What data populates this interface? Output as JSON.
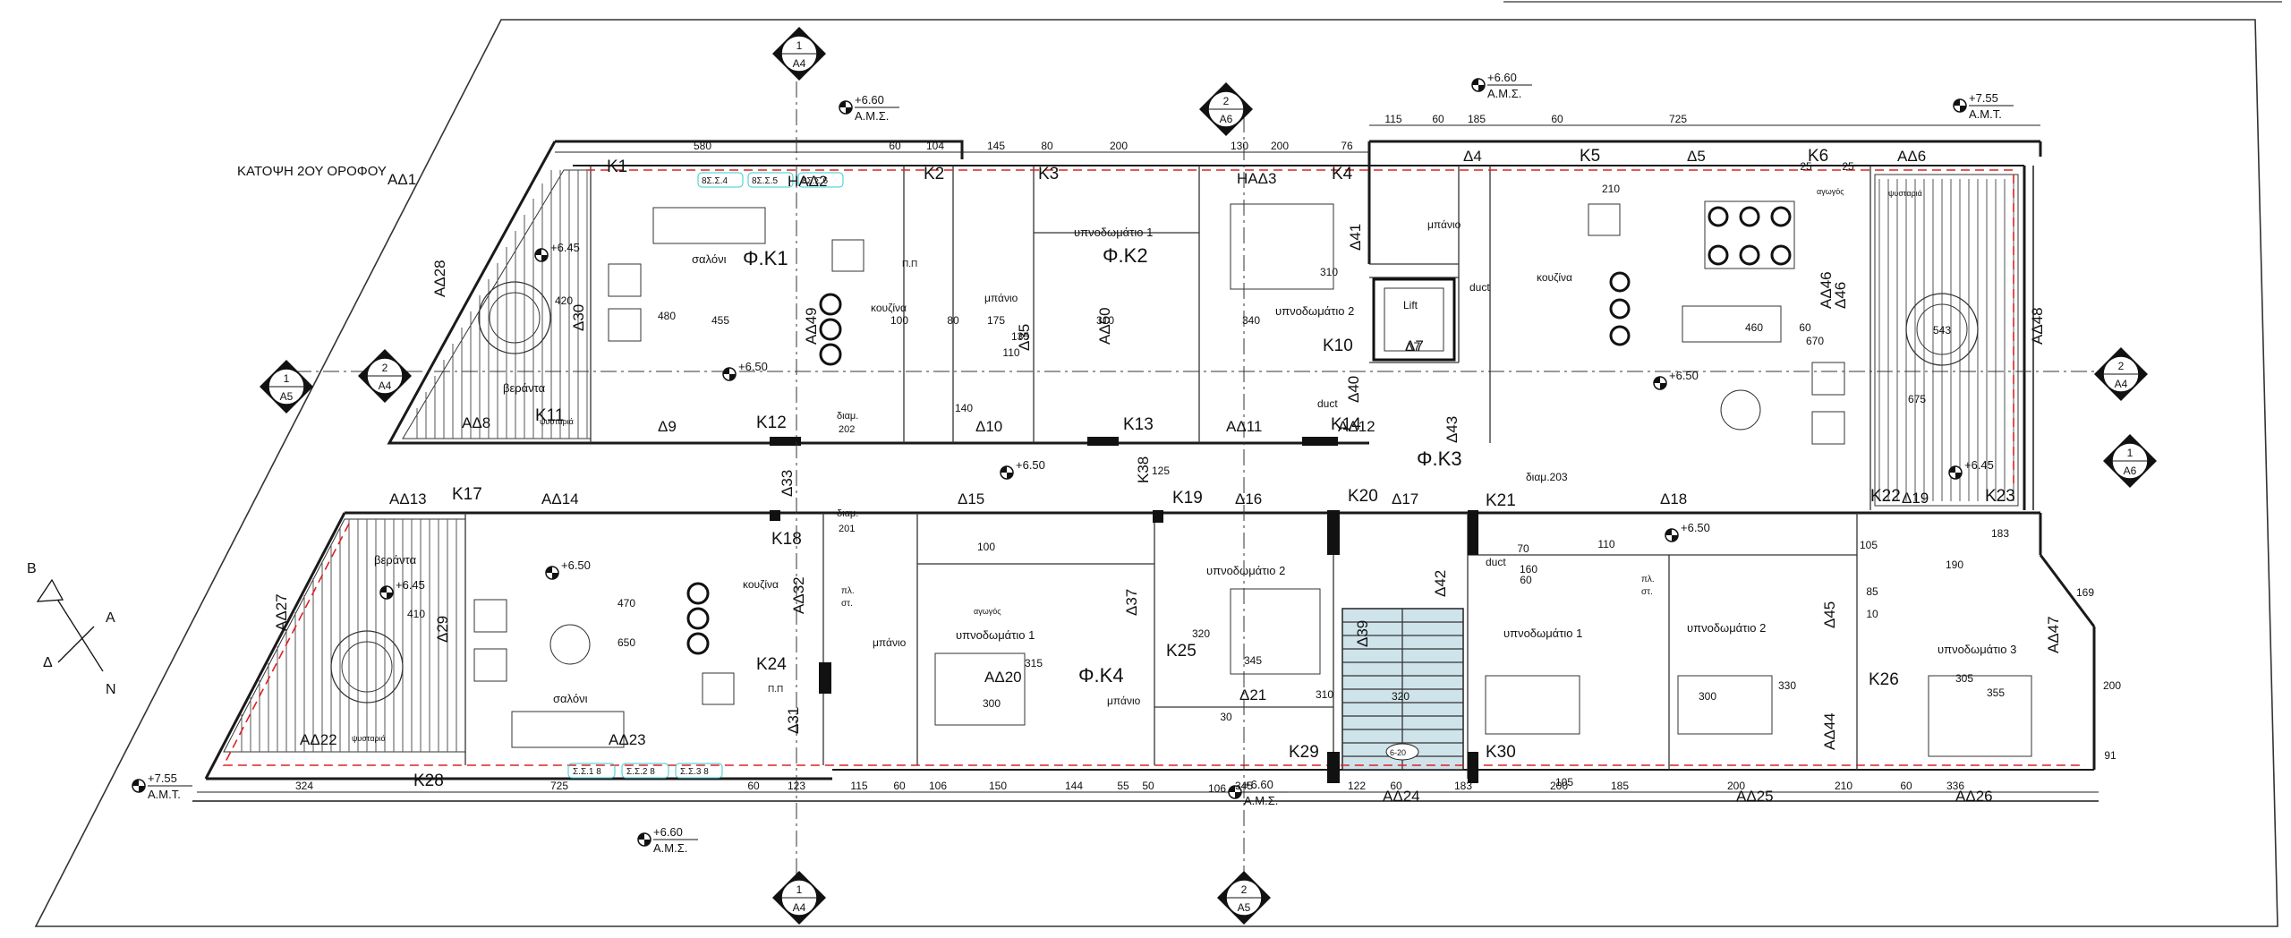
{
  "drawing": {
    "title": "ΚΑΤΟΨΗ 2ΟΥ ΟΡΟΦΟΥ"
  },
  "compass": {
    "letters": [
      "B",
      "A",
      "Δ",
      "N"
    ]
  },
  "section_markers": [
    {
      "num": "1",
      "sheet": "A4"
    },
    {
      "num": "2",
      "sheet": "A6"
    },
    {
      "num": "2",
      "sheet": "A4"
    },
    {
      "num": "1",
      "sheet": "A5"
    },
    {
      "num": "2",
      "sheet": "A4"
    },
    {
      "num": "1",
      "sheet": "A6"
    },
    {
      "num": "1",
      "sheet": "A4"
    },
    {
      "num": "2",
      "sheet": "A5"
    }
  ],
  "levels": [
    {
      "value": "+6.60",
      "label": "Α.Μ.Σ."
    },
    {
      "value": "+6.60",
      "label": "Α.Μ.Σ."
    },
    {
      "value": "+7.55",
      "label": "Α.Μ.Τ."
    },
    {
      "value": "+7.55",
      "label": "Α.Μ.Τ."
    },
    {
      "value": "+6.60",
      "label": "Α.Μ.Σ."
    },
    {
      "value": "+6.60",
      "label": "Α.Μ.Σ."
    },
    {
      "value": "+6.45"
    },
    {
      "value": "+6.50"
    },
    {
      "value": "+6.50"
    },
    {
      "value": "+6.50"
    },
    {
      "value": "+6.45"
    },
    {
      "value": "+6.45"
    },
    {
      "value": "+6.50"
    },
    {
      "value": "+6.50"
    }
  ],
  "columns": [
    "K1",
    "K2",
    "K3",
    "K4",
    "K5",
    "K6",
    "K10",
    "K11",
    "K12",
    "K13",
    "K14",
    "K17",
    "K18",
    "K19",
    "K20",
    "K21",
    "K22",
    "K23",
    "K24",
    "K25",
    "K26",
    "K28",
    "K29",
    "K30"
  ],
  "walls_labels": [
    "ΑΔ1",
    "ΗΑΔ3",
    "Δ4",
    "Δ5",
    "ΑΔ6",
    "ΑΔ28",
    "Δ30",
    "Δ41",
    "Δ7",
    "Δ9",
    "Δ10",
    "ΑΔ11",
    "ΑΔ12",
    "ΑΔ8",
    "Δ33",
    "Δ15",
    "Δ16",
    "Δ17",
    "Δ18",
    "Δ19",
    "ΑΔ14",
    "ΑΔ13",
    "ΑΔ27",
    "Δ29",
    "ΑΔ22",
    "ΑΔ23",
    "ΑΔ20",
    "Δ21",
    "ΑΔ24",
    "ΑΔ25",
    "ΑΔ26",
    "ΑΔ44",
    "Δ45",
    "ΑΔ46",
    "ΑΔ47",
    "ΑΔ48",
    "Δ46",
    "Δ37",
    "Κ38",
    "Δ39",
    "Δ40",
    "Δ42",
    "Δ43",
    "ΑΔ49",
    "ΑΔ50",
    "Δ31",
    "ΑΔ32",
    "Δ35",
    "ΗΑΔ2"
  ],
  "apartments": [
    {
      "name": "Φ.Κ1"
    },
    {
      "name": "Φ.Κ2"
    },
    {
      "name": "Φ.Κ3"
    },
    {
      "name": "Φ.Κ4"
    }
  ],
  "rooms": {
    "saloni": "σαλόνι",
    "veranta": "βεράντα",
    "kouzina": "κουζίνα",
    "bedroom1": "υπνοδωμάτιο 1",
    "bedroom2": "υπνοδωμάτιο 2",
    "bedroom3": "υπνοδωμάτιο 3",
    "bath": "μπάνιο",
    "lift": "Lift",
    "diam202": "διαμ.",
    "diam202n": "202",
    "diam203": "διαμ.203",
    "diam201": "διαμ.",
    "diam201n": "201",
    "duct": "duct",
    "agogos": "αγωγός",
    "psystaria": "ψυσταριά",
    "pp": "Π.Π",
    "pl_st": "πλ.",
    "st": "στ.",
    "stair": "6-20"
  },
  "windows": [
    "8Σ.Σ.4",
    "8Σ.Σ.5",
    "8Σ.Σ.6",
    "Σ.Σ.1 8",
    "Σ.Σ.2 8",
    "Σ.Σ.3 8"
  ],
  "dims_top": [
    "580",
    "60",
    "104",
    "145",
    "80",
    "200",
    "130",
    "200",
    "76",
    "115",
    "60",
    "185",
    "60",
    "725"
  ],
  "dims_bottom": [
    "324",
    "725",
    "60",
    "123",
    "115",
    "60",
    "106",
    "150",
    "144",
    "55",
    "50",
    "345",
    "122",
    "60",
    "183",
    "200",
    "185",
    "200",
    "210",
    "60",
    "336"
  ],
  "dims_inner": [
    "455",
    "480",
    "420",
    "410",
    "470",
    "650",
    "100",
    "80",
    "175",
    "110",
    "135",
    "310",
    "340",
    "310",
    "460",
    "670",
    "675",
    "543",
    "345",
    "320",
    "315",
    "300",
    "310",
    "320",
    "300",
    "330",
    "305",
    "355",
    "200",
    "169",
    "91",
    "60",
    "70",
    "160",
    "105",
    "85",
    "190",
    "10",
    "125",
    "100",
    "110",
    "140",
    "60",
    "25",
    "210",
    "183",
    "25",
    "105",
    "106",
    "30"
  ]
}
